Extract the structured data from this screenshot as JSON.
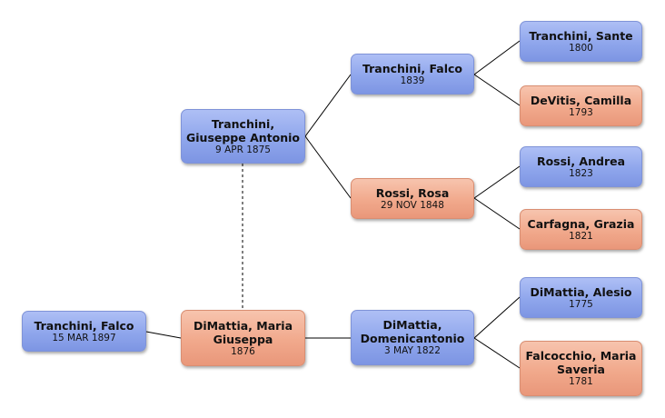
{
  "people": {
    "falco_1897": {
      "name": "Tranchini, Falco",
      "date": "15 MAR 1897"
    },
    "maria_giuseppa": {
      "name": "DiMattia, Maria Giuseppa",
      "date": "1876"
    },
    "giuseppe_antonio": {
      "name": "Tranchini, Giuseppe Antonio",
      "date": "9 APR 1875"
    },
    "domenicantonio": {
      "name": "DiMattia, Domenicantonio",
      "date": "3 MAY 1822"
    },
    "falco_1839": {
      "name": "Tranchini, Falco",
      "date": "1839"
    },
    "rosa": {
      "name": "Rossi, Rosa",
      "date": "29 NOV 1848"
    },
    "sante": {
      "name": "Tranchini, Sante",
      "date": "1800"
    },
    "camilla": {
      "name": "DeVitis, Camilla",
      "date": "1793"
    },
    "andrea": {
      "name": "Rossi, Andrea",
      "date": "1823"
    },
    "grazia": {
      "name": "Carfagna, Grazia",
      "date": "1821"
    },
    "alesio": {
      "name": "DiMattia, Alesio",
      "date": "1775"
    },
    "maria_saveria": {
      "name": "Falcocchio, Maria Saveria",
      "date": "1781"
    }
  },
  "colors": {
    "male": "#8fa6ec",
    "female": "#f1a98c",
    "line": "#000000"
  }
}
